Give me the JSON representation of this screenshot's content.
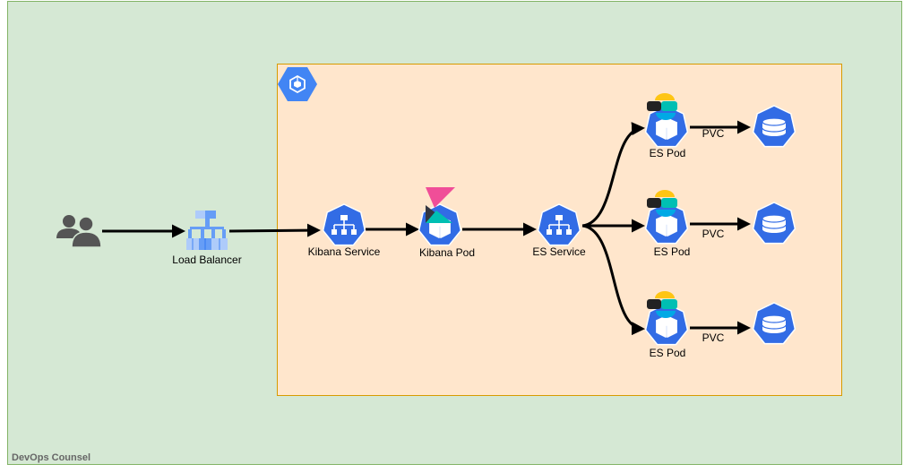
{
  "colors": {
    "outer_bg": "#d5e8d4",
    "outer_border": "#82b366",
    "cluster_bg": "#ffe6cc",
    "cluster_border": "#d79b00",
    "k8s_blue": "#326ce5",
    "gcp_blue": "#4285f4",
    "elastic_yellow": "#fec514",
    "elastic_teal": "#00bfb3",
    "kibana_pink": "#f04e98"
  },
  "footer": {
    "label": "DevOps Counsel"
  },
  "nodes": {
    "users": {
      "icon": "users-icon"
    },
    "load_balancer": {
      "label": "Load Balancer",
      "icon": "load-balancer-icon"
    },
    "gke": {
      "icon": "gke-cluster-icon"
    },
    "kibana_service": {
      "label": "Kibana Service",
      "icon": "k8s-service-icon"
    },
    "kibana_pod": {
      "label": "Kibana Pod",
      "icon": "kibana-pod-icon"
    },
    "es_service": {
      "label": "ES Service",
      "icon": "k8s-service-icon"
    },
    "es_pods": [
      {
        "label": "ES Pod",
        "icon": "elasticsearch-pod-icon"
      },
      {
        "label": "ES Pod",
        "icon": "elasticsearch-pod-icon"
      },
      {
        "label": "ES Pod",
        "icon": "elasticsearch-pod-icon"
      }
    ],
    "pvcs": [
      {
        "label": "PVC",
        "icon": "pvc-icon"
      },
      {
        "label": "PVC",
        "icon": "pvc-icon"
      },
      {
        "label": "PVC",
        "icon": "pvc-icon"
      }
    ]
  }
}
